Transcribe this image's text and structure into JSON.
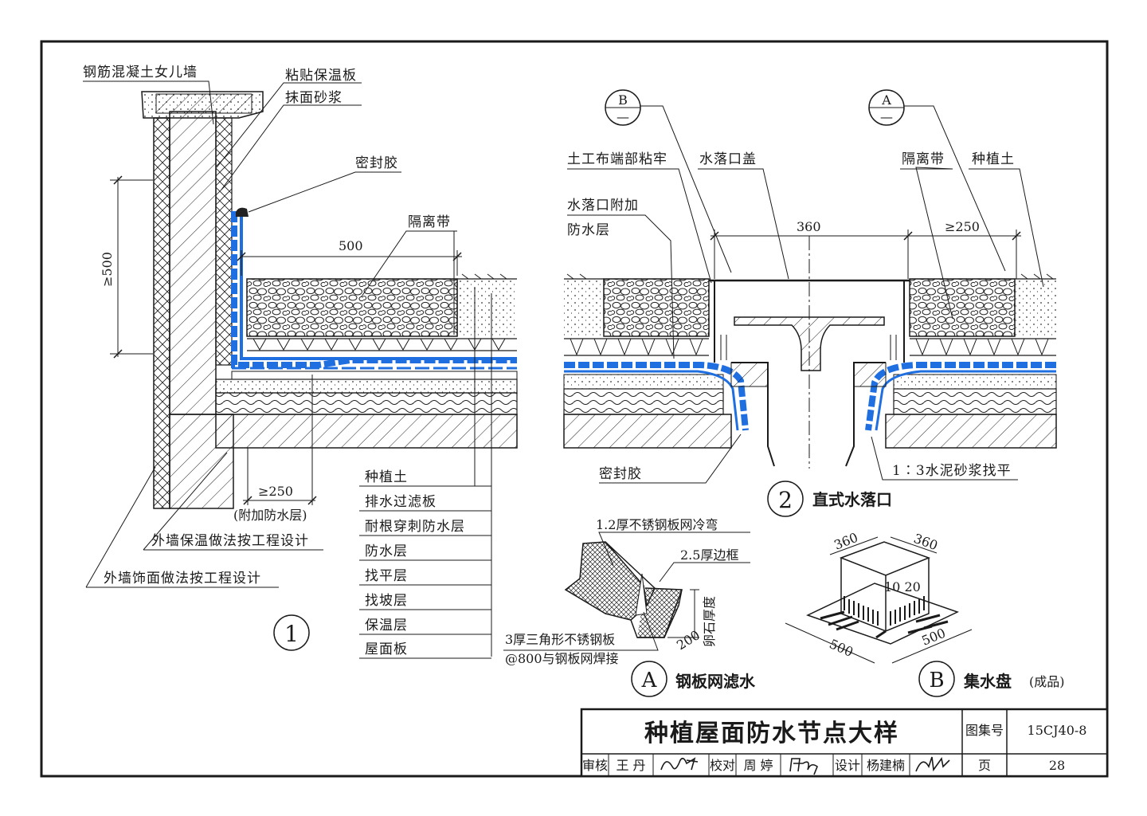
{
  "detail1": {
    "labels": {
      "parapet": "钢筋混凝土女儿墙",
      "insul_board": "粘贴保温板",
      "plaster": "抹面砂浆",
      "sealant": "密封胶",
      "isolation": "隔离带",
      "wall_insul": "外墙保温做法按工程设计",
      "wall_finish": "外墙饰面做法按工程设计"
    },
    "dims": {
      "width_500": "500",
      "height_ge500": "≥500",
      "ge250": "≥250",
      "extra_layer": "(附加防水层)"
    },
    "layers": [
      "种植土",
      "排水过滤板",
      "耐根穿刺防水层",
      "防水层",
      "找平层",
      "找坡层",
      "保温层",
      "屋面板"
    ],
    "number": "1"
  },
  "detail2": {
    "labels": {
      "geotextile": "土工布端部粘牢",
      "outlet_cover": "水落口盖",
      "extra_wp_1": "水落口附加",
      "extra_wp_2": "防水层",
      "isolation": "隔离带",
      "soil": "种植土",
      "sealant": "密封胶",
      "mortar": "1∶3水泥砂浆找平"
    },
    "dims": {
      "d360": "360",
      "ge250": "≥250"
    },
    "refA": "A",
    "refB": "B",
    "ref_dash": "—",
    "number": "2",
    "caption": "直式水落口"
  },
  "detailA": {
    "labels": {
      "mesh": "1.2厚不锈钢板网冷弯",
      "frame": "2.5厚边框",
      "gravel": "卵石厚度",
      "triangle_1": "3厚三角形不锈钢板",
      "triangle_2": "@800与钢板网焊接"
    },
    "dims": {
      "d200": "200"
    },
    "letter": "A",
    "caption": "钢板网滤水"
  },
  "detailB": {
    "dims": {
      "a360": "360",
      "b360": "360",
      "c1020": "10 20",
      "a500": "500",
      "b500": "500"
    },
    "letter": "B",
    "caption": "集水盘",
    "caption_note": "(成品)"
  },
  "title_block": {
    "title": "种植屋面防水节点大样",
    "atlas_label": "图集号",
    "atlas_no": "15CJ40-8",
    "page_label": "页",
    "page_no": "28",
    "review_label": "审核",
    "reviewer": "王 丹",
    "check_label": "校对",
    "checker": "周 婷",
    "design_label": "设计",
    "designer": "杨建楠"
  },
  "colors": {
    "waterproof": "#1f6fe0",
    "line": "#1a1a1a",
    "paper": "#ffffff"
  }
}
